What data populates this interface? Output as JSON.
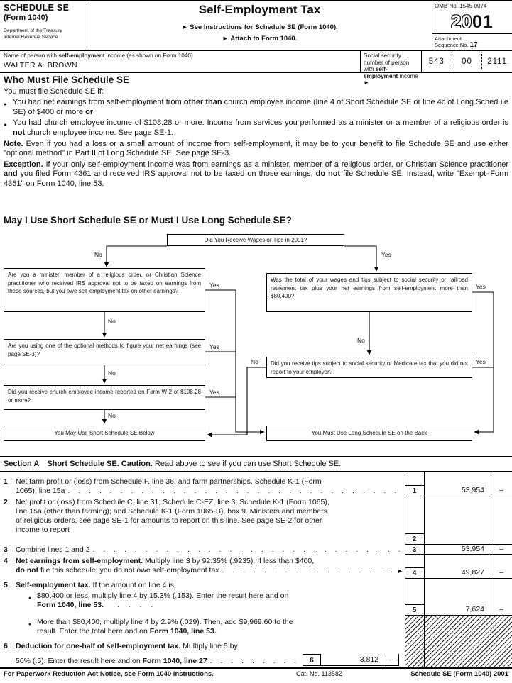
{
  "glyphs": {
    "bullet": "●",
    "arrow": "►",
    "dots": ". . . . . . . . . . . . . . . . . . . . . . . . . . . . . . . . . . . . . . . . . . . ."
  },
  "header": {
    "schedule": "SCHEDULE SE",
    "form_number": "(Form 1040)",
    "dept1": "Department of the Treasury",
    "dept2": "Internal Revenue Service",
    "title": "Self-Employment Tax",
    "instruction1": "► See Instructions for Schedule SE (Form 1040).",
    "instruction2": "► Attach to Form 1040.",
    "omb": "OMB No. 1545-0074",
    "year_outline": "20",
    "year_solid": "01",
    "attachment_label": "Attachment",
    "sequence_label": "Sequence No. ",
    "sequence_no": "17"
  },
  "taxpayer": {
    "name_label": [
      {
        "t": "Name of person with "
      },
      {
        "t": "self-employment",
        "b": true
      },
      {
        "t": " income (as shown on Form 1040)"
      }
    ],
    "name_value": "WALTER A. BROWN",
    "ssn_label": [
      {
        "t": "Social security number of person with "
      },
      {
        "t": "self-employment",
        "b": true
      },
      {
        "t": " income "
      },
      {
        "t": "►",
        "b": true
      }
    ],
    "ssn": [
      "543",
      "00",
      "2111"
    ]
  },
  "who": {
    "heading": "Who Must File Schedule SE",
    "intro": "You must file Schedule SE if:",
    "bullet1": [
      {
        "t": "You had net earnings from self-employment from "
      },
      {
        "t": "other than",
        "b": true
      },
      {
        "t": " church employee income (line 4 of Short Schedule SE or line 4c of Long Schedule SE) of $400 or more "
      },
      {
        "t": "or",
        "b": true
      }
    ],
    "bullet2": [
      {
        "t": "You had church employee income of $108.28 or more. Income from services you performed as a minister or a member of a religious order is "
      },
      {
        "t": "not",
        "b": true
      },
      {
        "t": " church employee income. See page SE-1."
      }
    ],
    "note": [
      {
        "t": "Note.",
        "b": true
      },
      {
        "t": " Even if you had a loss or a small amount of income from self-employment, it may be to your benefit to file Schedule SE and use either \"optional method\" in Part II of Long Schedule SE. See page SE-3."
      }
    ],
    "exception": [
      {
        "t": "Exception.",
        "b": true
      },
      {
        "t": " If your only self-employment income was from earnings as a minister, member of a religious order, or Christian Science practitioner "
      },
      {
        "t": "and",
        "b": true
      },
      {
        "t": " you filed Form 4361 and received IRS approval not to be taxed on those earnings, "
      },
      {
        "t": "do not",
        "b": true
      },
      {
        "t": " file Schedule SE. Instead, write \"Exempt–Form 4361\" on Form 1040, line 53."
      }
    ]
  },
  "flow": {
    "heading": "May I Use Short Schedule SE or Must I Use Long Schedule SE?",
    "top": "Did You Receive Wages or Tips in 2001?",
    "yes": "Yes",
    "no": "No",
    "left1": "Are you a minister, member of a religious order, or Christian Science practitioner who received IRS approval not to be taxed on earnings from these sources, but you owe self-employment tax on other earnings?",
    "left2": "Are you using one of the optional methods to figure your net earnings (see page SE-3)?",
    "left3": "Did you receive church employee income reported on Form W-2 of $108.28 or more?",
    "right1": "Was the total of your wages and tips subject to social security or railroad retirement tax plus your net earnings from self-employment more than $80,400?",
    "right2": "Did you receive tips subject to social security or Medicare tax that you did not report to your employer?",
    "bottom_left": "You May Use Short Schedule SE Below",
    "bottom_right": "You Must Use Long Schedule SE on the Back"
  },
  "section_a": {
    "heading": [
      {
        "t": "Section A",
        "b": true
      },
      {
        "t": " "
      },
      {
        "t": "Short Schedule SE. Caution.",
        "b": true
      },
      {
        "t": " Read above to see if you can use Short Schedule SE."
      }
    ]
  },
  "lines": {
    "l1": {
      "num": "1",
      "t1": "Net farm profit or (loss) from Schedule F, line 36, and farm partnerships, Schedule K-1 (Form",
      "t2": "1065), line 15a",
      "box": "1",
      "amount": "53,954",
      "cents": "–"
    },
    "l2": {
      "num": "2",
      "t1": "Net profit or (loss) from Schedule C, line 31; Schedule C-EZ, line 3; Schedule K-1 (Form 1065),",
      "t2": "line 15a (other than farming); and Schedule K-1 (Form 1065-B), box 9. Ministers and members",
      "t3": "of religious orders, see page SE-1 for amounts to report on this line. See page SE-2 for other",
      "t4": "income to report",
      "box": "2",
      "amount": "",
      "cents": ""
    },
    "l3": {
      "num": "3",
      "t1": "Combine lines 1 and 2",
      "box": "3",
      "amount": "53,954",
      "cents": "–"
    },
    "l4": {
      "num": "4",
      "r1": [
        {
          "t": "Net earnings from self-employment.",
          "b": true
        },
        {
          "t": " Multiply line 3 by 92.35% (.9235). If less than $400,"
        }
      ],
      "r2": [
        {
          "t": "do not",
          "b": true
        },
        {
          "t": " file this schedule; you do not owe self-employment tax"
        }
      ],
      "box": "4",
      "amount": "49,827",
      "cents": "–"
    },
    "l5": {
      "num": "5",
      "r1": [
        {
          "t": "Self-employment tax.",
          "b": true
        },
        {
          "t": " If the amount on line 4 is:"
        }
      ],
      "a1": "$80,400 or less, multiply line 4 by 15.3% (.153). Enter the result here and on",
      "a2": [
        {
          "t": "Form 1040, line 53.",
          "b": true
        }
      ],
      "dots_a": " .  .  .  .",
      "b1": "More than $80,400, multiply line 4 by 2.9% (.029). Then, add $9,969.60 to the",
      "b2": [
        {
          "t": "result. Enter the total here and on "
        },
        {
          "t": "Form 1040, line 53.",
          "b": true
        }
      ],
      "box": "5",
      "amount": "7,624",
      "cents": "–"
    },
    "l6": {
      "num": "6",
      "r1": [
        {
          "t": "Deduction for one-half of self-employment tax.",
          "b": true
        },
        {
          "t": " Multiply line 5 by"
        }
      ],
      "r2": [
        {
          "t": "50% (.5). Enter the result here and on "
        },
        {
          "t": "Form 1040, line 27",
          "b": true
        }
      ],
      "box": "6",
      "amount": "3,812",
      "cents": "–"
    }
  },
  "footer": {
    "left": "For Paperwork Reduction Act Notice, see Form 1040 instructions.",
    "cat": "Cat. No. 11358Z",
    "right": "Schedule SE (Form 1040) 2001"
  }
}
